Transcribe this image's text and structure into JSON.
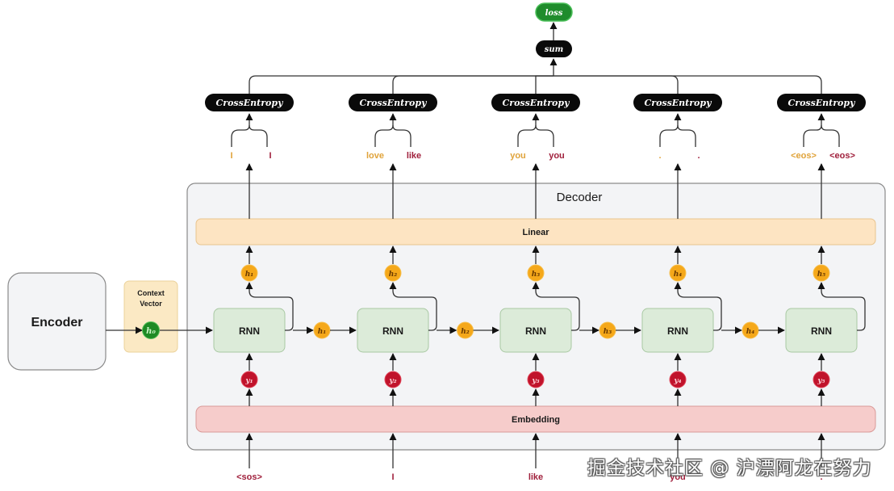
{
  "colors": {
    "loss_fill": "#1f8c2c",
    "pill_fill": "#0a0a0a",
    "decoder_fill": "#f3f4f6",
    "decoder_stroke": "#8a8a8a",
    "linear_fill": "#fde4c2",
    "linear_stroke": "#e8c48e",
    "embedding_fill": "#f6cccb",
    "embedding_stroke": "#d99a98",
    "rnn_fill": "#dcebd9",
    "rnn_stroke": "#a8c8a2",
    "encoder_fill": "#f3f4f6",
    "context_fill": "#fbe9c4",
    "context_stroke": "#ebd29a",
    "h_circle": "#f5a81a",
    "y_circle": "#c0132b",
    "context_circle": "#1e8a24",
    "predicted_word": "#e0a33a",
    "target_word": "#a0203c",
    "input_word": "#a0203c",
    "line": "#333333"
  },
  "nodes": {
    "loss": "loss",
    "sum": "sum",
    "cross_entropy": "CrossEntropy",
    "decoder_title": "Decoder",
    "linear": "Linear",
    "embedding": "Embedding",
    "rnn": "RNN",
    "encoder": "Encoder",
    "context_vector_line1": "Context",
    "context_vector_line2": "Vector",
    "context_hidden": "h₀"
  },
  "steps": [
    {
      "predicted": "I",
      "target": "I",
      "output_hidden": "h₁",
      "state_hidden": "h₁",
      "input_embed": "y₁",
      "input_word": "<sos>"
    },
    {
      "predicted": "love",
      "target": "like",
      "output_hidden": "h₂",
      "state_hidden": "h₂",
      "input_embed": "y₂",
      "input_word": "I"
    },
    {
      "predicted": "you",
      "target": "you",
      "output_hidden": "h₃",
      "state_hidden": "h₃",
      "input_embed": "y₃",
      "input_word": "like"
    },
    {
      "predicted": ".",
      "target": ".",
      "output_hidden": "h₄",
      "state_hidden": "h₄",
      "input_embed": "y₄",
      "input_word": "you"
    },
    {
      "predicted": "<eos>",
      "target": "<eos>",
      "output_hidden": "h₅",
      "state_hidden": null,
      "input_embed": "y₅",
      "input_word": "."
    }
  ],
  "watermark": "掘金技术社区 @ 沪漂阿龙在努力"
}
